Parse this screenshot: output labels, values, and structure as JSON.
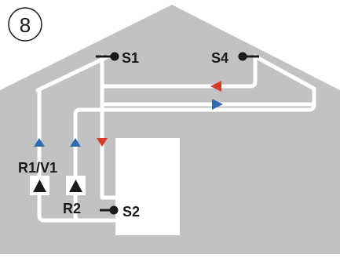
{
  "diagram": {
    "number": "8",
    "sensors": {
      "s1": "S1",
      "s2": "S2",
      "s4": "S4"
    },
    "pumps": {
      "pump1": "R1/V1",
      "pump2": "R2"
    },
    "colors": {
      "house": "#c2c2c2",
      "pipe": "#ffffff",
      "text": "#1a1a1a",
      "flow_red": "#d63a2a",
      "flow_blue": "#2d6cb3"
    },
    "icons": [
      "number-badge-icon",
      "sensor-icon",
      "pump-icon",
      "flow-arrow-icon"
    ]
  }
}
